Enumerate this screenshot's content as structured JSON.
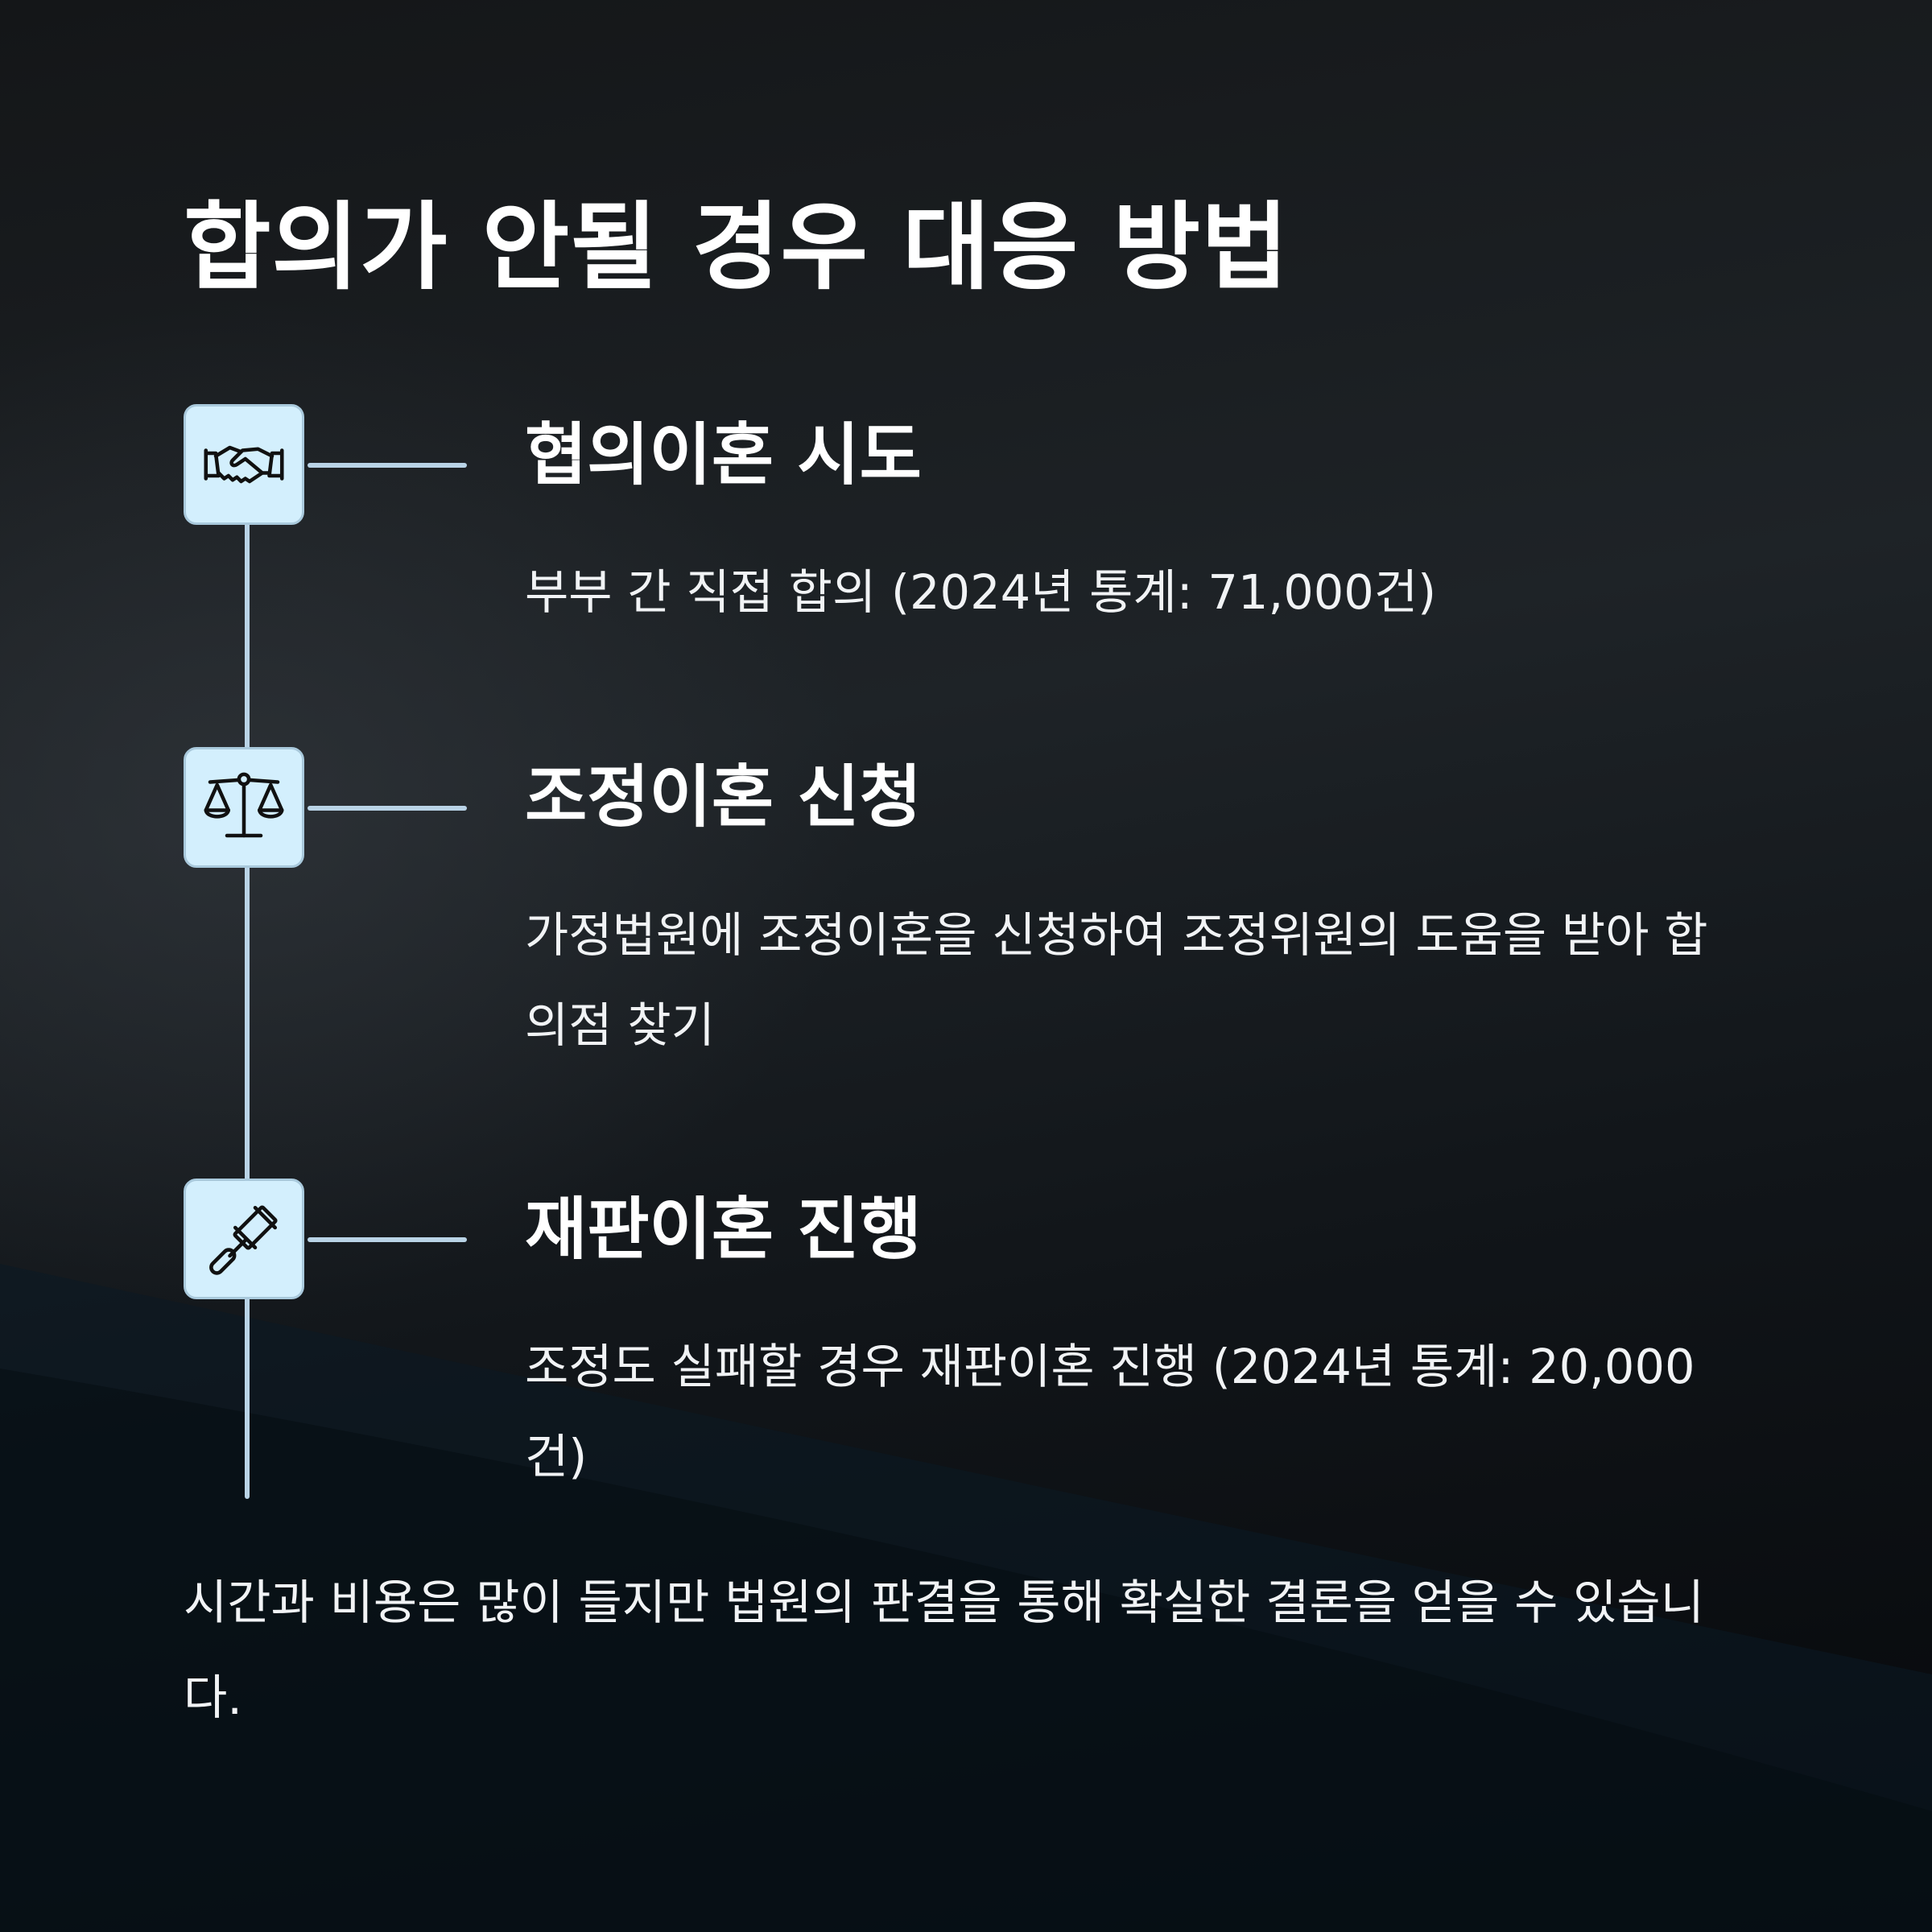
{
  "title": "합의가 안될 경우 대응 방법",
  "steps": [
    {
      "icon": "handshake-icon",
      "title": "협의이혼 시도",
      "description": "부부 간 직접 합의 (2024년 통계: 71,000건)"
    },
    {
      "icon": "scales-icon",
      "title": "조정이혼 신청",
      "description": "가정법원에 조정이혼을 신청하여 조정위원의 도움을 받아 합의점 찾기"
    },
    {
      "icon": "gavel-icon",
      "title": "재판이혼 진행",
      "description": "조정도 실패할 경우 재판이혼 진행 (2024년 통계: 20,000건)"
    }
  ],
  "footer": "시간과 비용은 많이 들지만 법원의 판결을 통해 확실한 결론을 얻을 수 있습니다.",
  "colors": {
    "icon_background": "#d3effd",
    "timeline": "#b9d3e6",
    "text": "#ffffff"
  }
}
